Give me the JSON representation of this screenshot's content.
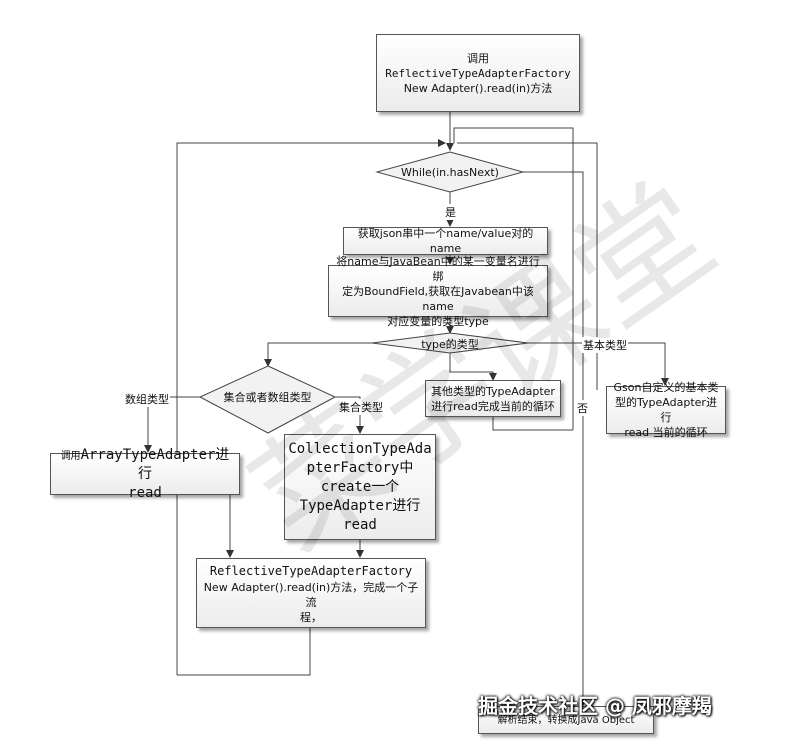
{
  "nodes": {
    "start": {
      "line1": "调用ReflectiveTypeAdapterFactory",
      "line2": "New Adapter().read(in)方法"
    },
    "loop_decision": "While(in.hasNext)",
    "get_name": "获取json串中一个name/value对的name",
    "bind_field": {
      "line1": "将name与JavaBean中的某一变量名进行绑",
      "line2": "定为BoundField,获取在Javabean中该name",
      "line3": "对应变量的类型type"
    },
    "type_decision": "type的类型",
    "collection_decision": "集合或者数组类型",
    "other_type": {
      "line1": "其他类型的TypeAdapter",
      "line2": "进行read完成当前的循环"
    },
    "gson_basic": {
      "line1": "Gson自定义的基本类",
      "line2": "型的TypeAdapter进行",
      "line3": "read 当前的循环"
    },
    "array_adapter": {
      "prefix": "调用",
      "line1": "ArrayTypeAdapter进行",
      "line2": "read"
    },
    "collection_factory": {
      "line1": "CollectionTypeAda",
      "line2": "pterFactory中",
      "line3": "create一个",
      "line4": "TypeAdapter进行",
      "line5": "read"
    },
    "sub_flow": {
      "line1": "ReflectiveTypeAdapterFactory",
      "line2": "New Adapter().read(in)方法，完成一个子流",
      "line3": "程，"
    },
    "end": "解析结束，转换成Java Object"
  },
  "edges": {
    "yes": "是",
    "no": "否",
    "basic_type": "基本类型",
    "array_type": "数组类型",
    "collection_type": "集合类型"
  },
  "watermark": "菜学课堂",
  "brand": "掘金技术社区 @ 凤邪摩羯"
}
